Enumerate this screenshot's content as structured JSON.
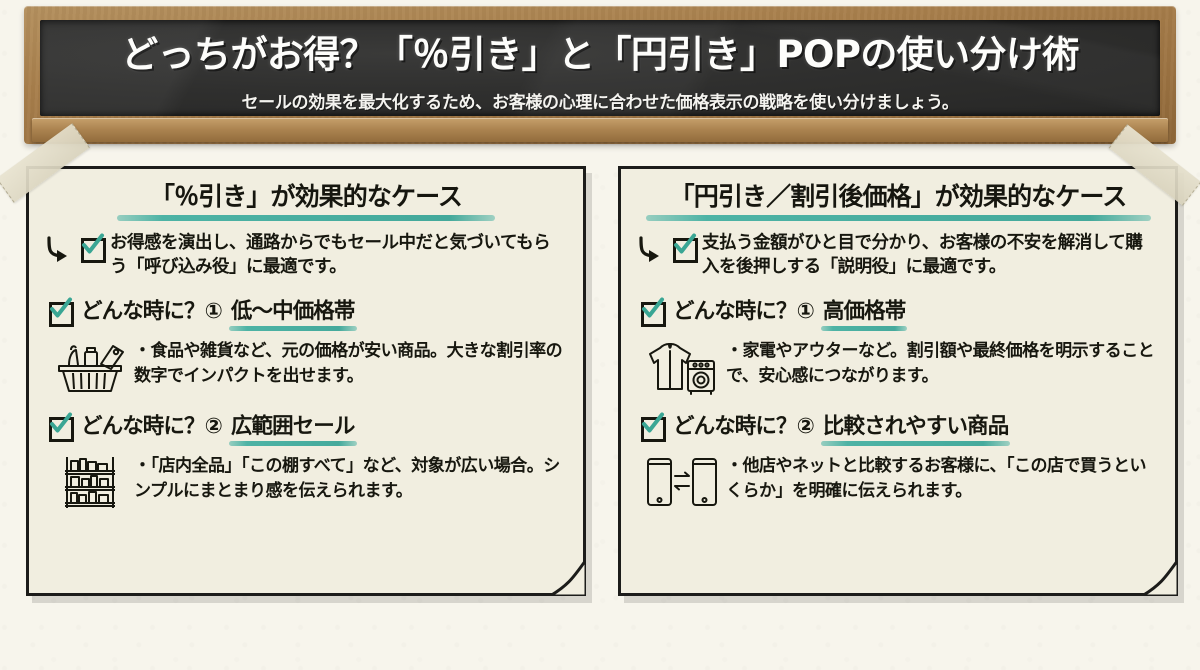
{
  "board": {
    "title": "どっちがお得？「％引き」と「円引き」POPの使い分け術",
    "subtitle": "セールの効果を最大化するため、お客様の心理に合わせた価格表示の戦略を使い分けましょう。",
    "chalk": [
      {
        "name": "white-chalk",
        "color": "#f6f5f0"
      },
      {
        "name": "teal-chalk",
        "color": "#3fb49f"
      }
    ],
    "erasers": [
      {
        "name": "blue-eraser",
        "color": "#3b4c6b"
      },
      {
        "name": "tan-eraser",
        "color": "#c0a074"
      }
    ],
    "frame_color": "#a87f4c",
    "board_color": "#2f2f2e"
  },
  "theme": {
    "accent": "#4db3a5",
    "ink": "#17170f",
    "paper": "#f1eee0",
    "background": "#f7f5ec"
  },
  "cards": [
    {
      "id": "percent-off",
      "heading": "「％引き」が効果的なケース",
      "lead": "お得感を演出し、通路からでもセール中だと気づいてもらう「呼び込み役」に最適です。",
      "sections": [
        {
          "label_prefix": "どんな時に？①",
          "label_highlight": "低〜中価格帯",
          "icon": "shopping-basket-pricetag-icon",
          "body": "・食品や雑貨など、元の価格が安い商品。大きな割引率の数字でインパクトを出せます。"
        },
        {
          "label_prefix": "どんな時に？②",
          "label_highlight": "広範囲セール",
          "icon": "store-shelf-icon",
          "body": "・「店内全品」「この棚すべて」など、対象が広い場合。シンプルにまとまり感を伝えられます。"
        }
      ]
    },
    {
      "id": "yen-off",
      "heading": "「円引き／割引後価格」が効果的なケース",
      "lead": "支払う金額がひと目で分かり、お客様の不安を解消して購入を後押しする「説明役」に最適です。",
      "sections": [
        {
          "label_prefix": "どんな時に？①",
          "label_highlight": "高価格帯",
          "icon": "jacket-washing-machine-icon",
          "body": "・家電やアウターなど。割引額や最終価格を明示することで、安心感につながります。"
        },
        {
          "label_prefix": "どんな時に？②",
          "label_highlight": "比較されやすい商品",
          "icon": "two-smartphones-compare-icon",
          "body": "・他店やネットと比較するお客様に、「この店で買うといくらか」を明確に伝えられます。"
        }
      ]
    }
  ]
}
